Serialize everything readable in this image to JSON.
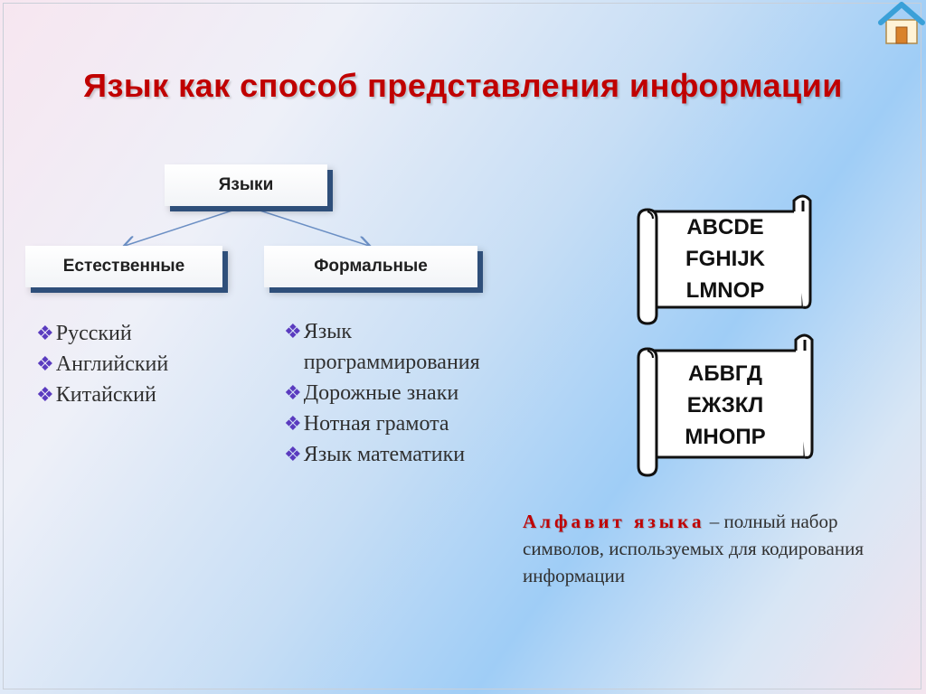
{
  "slide": {
    "title": "Язык как способ представления информации"
  },
  "home_button": {
    "icon": "home-icon"
  },
  "tree": {
    "root": "Языки",
    "children": [
      {
        "label": "Естественные",
        "items": [
          "Русский",
          "Английский",
          "Китайский"
        ]
      },
      {
        "label": "Формальные",
        "items": [
          "Язык программирования",
          "Дорожные знаки",
          "Нотная грамота",
          "Язык математики"
        ]
      }
    ]
  },
  "bullet_glyph": "❖",
  "scrolls": [
    {
      "lines": [
        "ABCDE",
        "FGHIJK",
        "LMNOP"
      ]
    },
    {
      "lines": [
        "АБВГД",
        "ЕЖЗКЛ",
        "МНОПР"
      ]
    }
  ],
  "definition": {
    "term": "Алфавит языка",
    "text": " – полный набор символов, используемых для кодирования информации"
  },
  "colors": {
    "title": "#c00000",
    "box_shadow": "#2f4f7a",
    "bullet": "#5a3bbf",
    "arrow": "#6b8fc4"
  }
}
